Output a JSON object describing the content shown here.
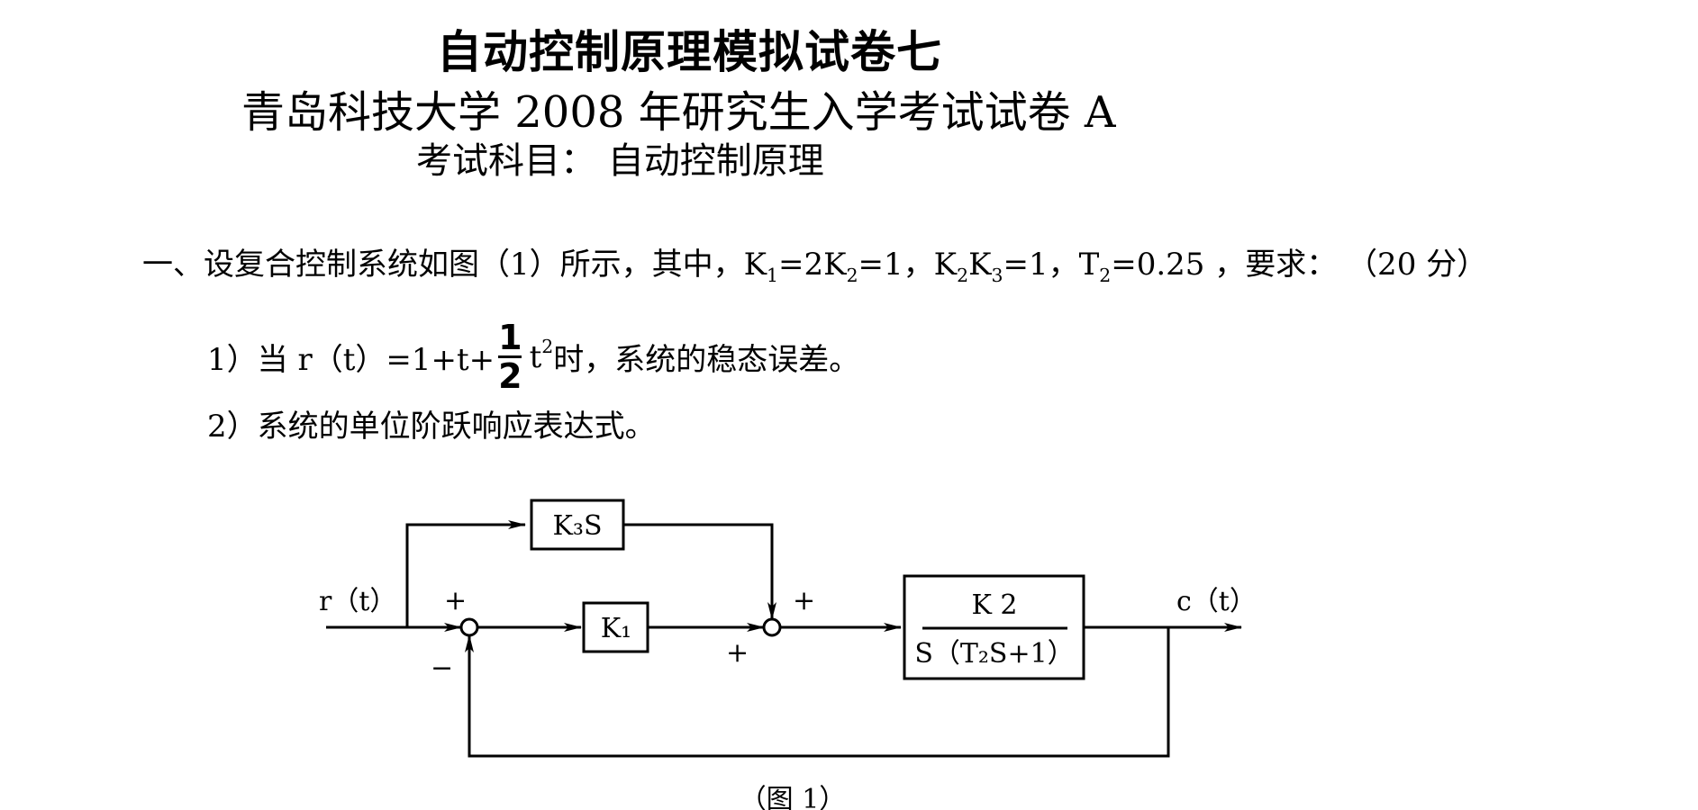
{
  "header": {
    "title": "自动控制原理模拟试卷七",
    "subtitle": "青岛科技大学 2008 年研究生入学考试试卷 A",
    "subject": "考试科目： 自动控制原理"
  },
  "question1": {
    "prefix": "一、设复合控制系统如图（1）所示，其中，",
    "k1": "K",
    "k1_sub": "1",
    "eq1": "=2K",
    "k2_sub": "2",
    "eq2": "=1，K",
    "k2b_sub": "2",
    "k3": "K",
    "k3_sub": "3",
    "eq3": "=1，T",
    "t2_sub": "2",
    "eq4": "=0.25 ，要求：  （20 分）",
    "part1_a": "1）当 r（t）=1+t+",
    "part1_num": "1",
    "part1_den": "2",
    "part1_b": "t",
    "part1_sup": "2",
    "part1_c": " 时，系统的稳态误差。",
    "part2": "2）系统的单位阶跃响应表达式。"
  },
  "diagram": {
    "input_label": "r（t）",
    "output_label": "c（t）",
    "block_k3s": "K₃S",
    "block_k1": "K₁",
    "plant_num": "K 2",
    "plant_den": "S（T₂S+1）",
    "sum1_plus": "+",
    "sum1_minus": "−",
    "sum2_plus_top": "+",
    "sum2_plus_bottom": "+",
    "caption": "（图 1）"
  }
}
